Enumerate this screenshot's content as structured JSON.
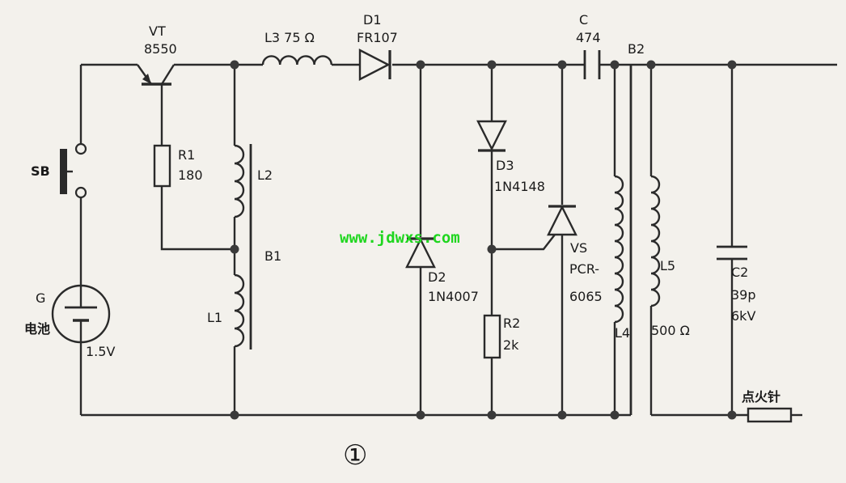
{
  "labels": {
    "vt": "VT",
    "vt_model": "8550",
    "l3": "L3  75 Ω",
    "d1": "D1",
    "d1_model": "FR107",
    "c": "C",
    "c_value": "474",
    "b2": "B2",
    "sb": "SB",
    "r1": "R1",
    "r1_value": "180",
    "l2": "L2",
    "b1": "B1",
    "l1": "L1",
    "g": "G",
    "battery": "电池",
    "battery_voltage": "1.5V",
    "d2": "D2",
    "d2_model": "1N4007",
    "d3": "D3",
    "d3_model": "1N4148",
    "vs": "VS",
    "vs_model_1": "PCR-",
    "vs_model_2": "6065",
    "r2": "R2",
    "r2_value": "2k",
    "l4": "L4",
    "l5": "L5",
    "l5_value": "500 Ω",
    "c2": "C2",
    "c2_value": "39p",
    "c2_voltage": "6kV",
    "ignition_pin": "点火针"
  },
  "watermark": "www.jdwxs.com",
  "figure_number": "①",
  "colors": {
    "background": "#f3f1ec",
    "wire": "#2a2a2a",
    "watermark": "#1fd61f"
  }
}
